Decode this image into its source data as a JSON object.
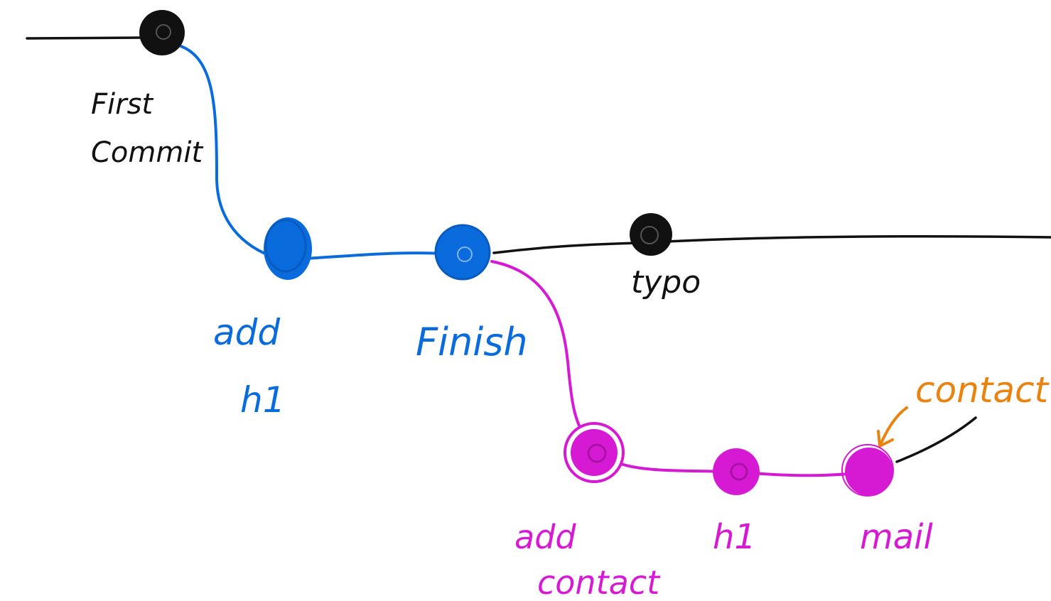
{
  "colors": {
    "main": "#111111",
    "feature": "#0a6bdc",
    "contact": "#d61ad4",
    "pointer": "#e8830f",
    "background": "#ffffff"
  },
  "commits": {
    "first": {
      "line1": "First",
      "line2": "Commit"
    },
    "add_h1": {
      "line1": "add",
      "line2": "h1"
    },
    "finish": {
      "label": "Finish"
    },
    "typo": {
      "label": "typo"
    },
    "add_contact": {
      "line1": "add",
      "line2": "contact"
    },
    "h1": {
      "label": "h1"
    },
    "mail": {
      "label": "mail"
    }
  },
  "branch_pointer": {
    "label": "contact"
  }
}
